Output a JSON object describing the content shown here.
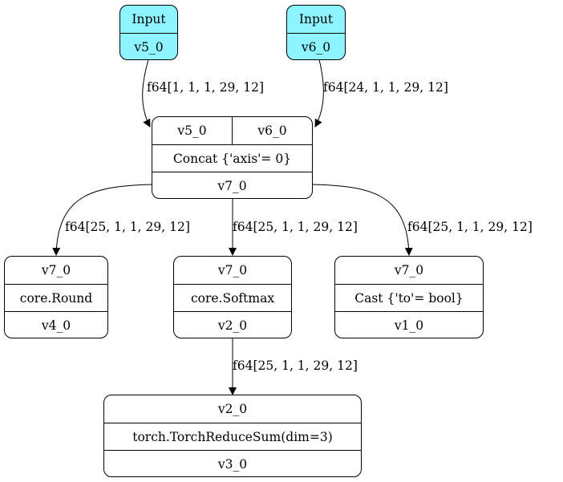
{
  "nodes": {
    "input_v5": {
      "header": "Input",
      "name": "v5_0"
    },
    "input_v6": {
      "header": "Input",
      "name": "v6_0"
    },
    "concat": {
      "inputs": [
        "v5_0",
        "v6_0"
      ],
      "op": "Concat {'axis'= 0}",
      "output": "v7_0"
    },
    "round": {
      "input": "v7_0",
      "op": "core.Round",
      "output": "v4_0"
    },
    "softmax": {
      "input": "v7_0",
      "op": "core.Softmax",
      "output": "v2_0"
    },
    "cast": {
      "input": "v7_0",
      "op": "Cast {'to'= bool}",
      "output": "v1_0"
    },
    "reducesum": {
      "input": "v2_0",
      "op": "torch.TorchReduceSum(dim=3)",
      "output": "v3_0"
    }
  },
  "edges": {
    "v5_to_concat": "f64[1, 1, 1, 29, 12]",
    "v6_to_concat": "f64[24, 1, 1, 29, 12]",
    "concat_to_round": "f64[25, 1, 1, 29, 12]",
    "concat_to_softmax": "f64[25, 1, 1, 29, 12]",
    "concat_to_cast": "f64[25, 1, 1, 29, 12]",
    "softmax_to_reducesum": "f64[25, 1, 1, 29, 12]"
  }
}
